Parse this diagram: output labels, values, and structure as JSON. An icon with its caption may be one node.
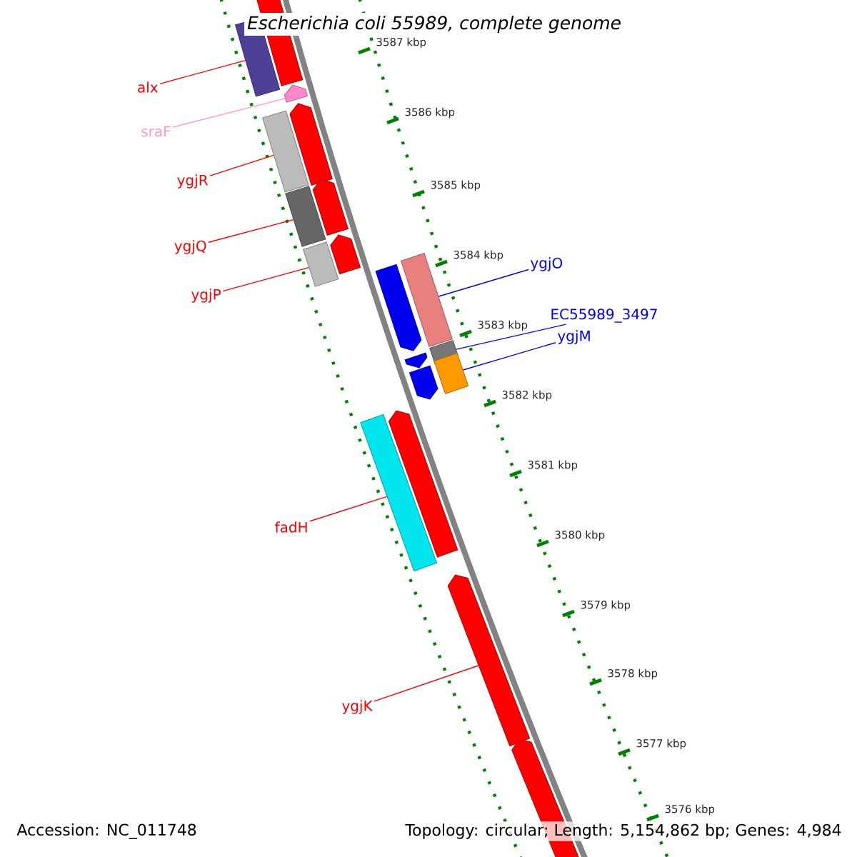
{
  "diagram": {
    "title": "Escherichia coli 55989, complete genome",
    "nodes": [
      {
        "text": [
          "alx"
        ]
      },
      {
        "text": [],
        "shape": "bar"
      },
      {
        "text": [],
        "shape": "bar"
      },
      {
        "text": [
          "sraF"
        ]
      },
      {
        "text": [],
        "shape": "bar"
      },
      {
        "text": [
          "ygjR"
        ]
      },
      {
        "text": [],
        "shape": "bar"
      },
      {
        "text": [],
        "shape": "bar"
      },
      {
        "text": [
          "ygjQ"
        ]
      },
      {
        "text": [],
        "shape": "bar"
      },
      {
        "text": [],
        "shape": "bar"
      },
      {
        "text": [
          "ygjP"
        ]
      },
      {
        "text": [],
        "shape": "bar"
      },
      {
        "text": [],
        "shape": "bar"
      },
      {
        "text": [
          "ygjO"
        ]
      },
      {
        "text": [],
        "shape": "bar"
      },
      {
        "text": [],
        "shape": "bar"
      },
      {
        "text": [
          "EC55989_3497"
        ]
      },
      {
        "text": [],
        "shape": "bar"
      },
      {
        "text": [
          "ygjM"
        ]
      },
      {
        "text": [],
        "shape": "bar"
      },
      {
        "text": [],
        "shape": "bar"
      },
      {
        "text": [],
        "shape": "bar"
      },
      {
        "text": [
          "fadH"
        ]
      },
      {
        "text": [],
        "shape": "bar"
      },
      {
        "text": [],
        "shape": "bar"
      },
      {
        "text": [
          "ygjK"
        ]
      },
      {
        "text": [],
        "shape": "bar"
      },
      {
        "text": [],
        "shape": "bar"
      }
    ],
    "edges": [
      {
        "from": 0,
        "to": 1,
        "arrow": "none"
      },
      {
        "from": 3,
        "to": 4,
        "arrow": "none",
        "color": "#ff99cc"
      },
      {
        "from": 5,
        "to": 6,
        "arrow": "none"
      },
      {
        "from": 8,
        "to": 9,
        "arrow": "none"
      },
      {
        "from": 11,
        "to": 12,
        "arrow": "none"
      },
      {
        "from": 14,
        "to": 16,
        "arrow": "none",
        "color": "#0000ff"
      },
      {
        "from": 17,
        "to": 18,
        "arrow": "none",
        "color": "#0000ff"
      },
      {
        "from": 19,
        "to": 20,
        "arrow": "none",
        "color": "#0000ff"
      },
      {
        "from": 23,
        "to": 24,
        "arrow": "none"
      },
      {
        "from": 26,
        "to": 27,
        "arrow": "none"
      }
    ],
    "labels": [
      "3587 kbp",
      "3586 kbp",
      "3585 kbp",
      "3584 kbp",
      "3583 kbp",
      "3582 kbp",
      "3581 kbp",
      "3580 kbp",
      "3579 kbp",
      "3578 kbp",
      "3577 kbp",
      "3576 kbp",
      "Accession: NC_011748",
      "Topology: circular; Length: 5,154,862 bp; Genes: 4,984"
    ]
  }
}
